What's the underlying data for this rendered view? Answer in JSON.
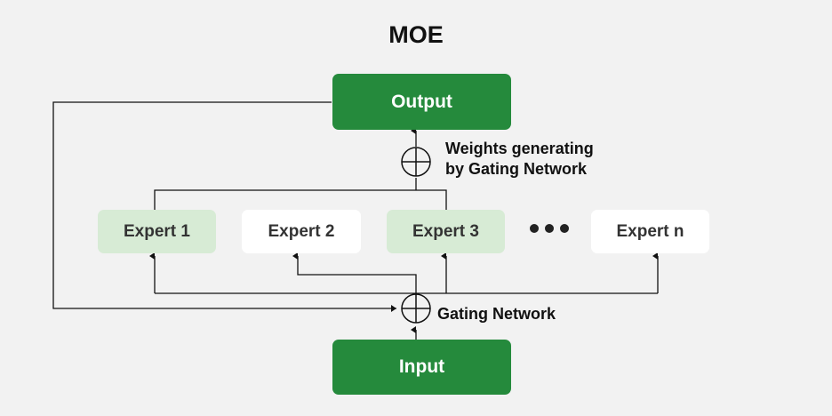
{
  "title": "MOE",
  "nodes": {
    "output": "Output",
    "input": "Input",
    "experts": [
      "Expert 1",
      "Expert 2",
      "Expert 3",
      "Expert n"
    ]
  },
  "labels": {
    "weights_line1": "Weights generating",
    "weights_line2": "by Gating Network",
    "gating": "Gating Network"
  },
  "colors": {
    "dark_green": "#258a3c",
    "light_green": "#d7ebd5",
    "background": "#f2f2f2"
  }
}
